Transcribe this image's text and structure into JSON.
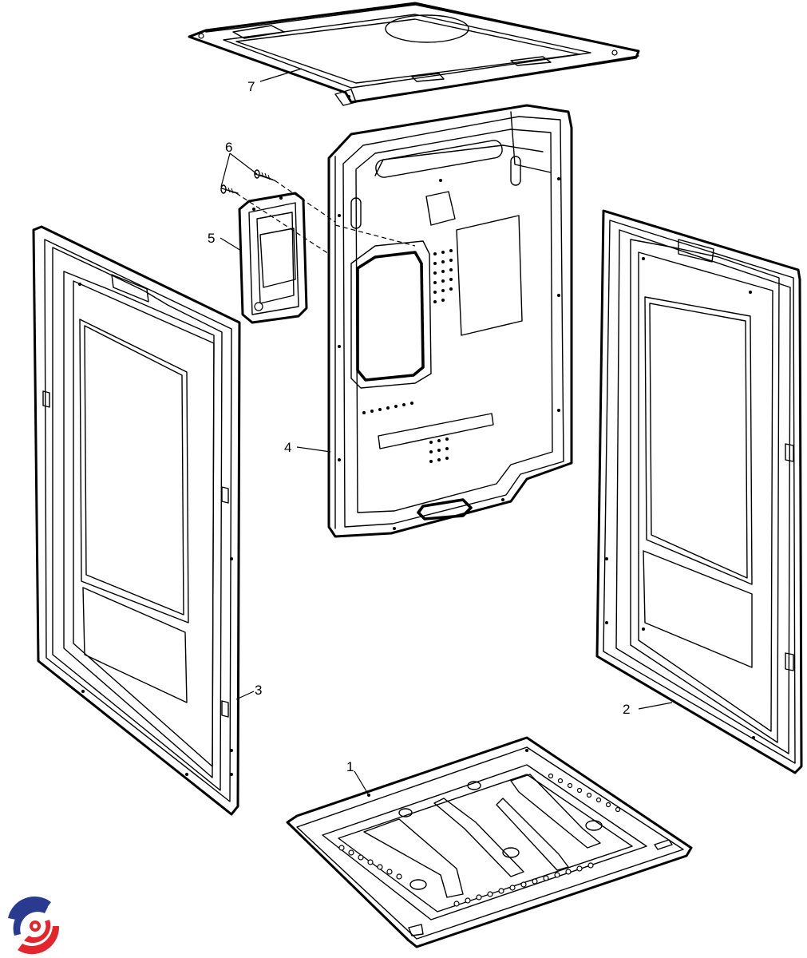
{
  "diagram": {
    "callouts": [
      "1",
      "2",
      "3",
      "4",
      "5",
      "6",
      "7"
    ]
  },
  "logo": {
    "icon": "circular-swirl-logo-icon",
    "colors": {
      "blue": "#2a3a8f",
      "red": "#e1262d"
    }
  }
}
